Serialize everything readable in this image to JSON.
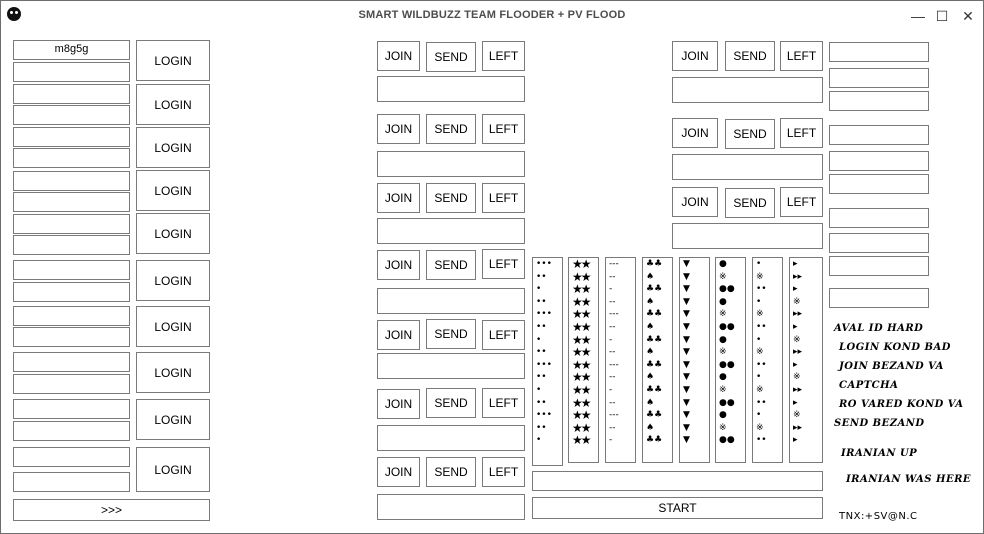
{
  "window": {
    "title": "SMART WILDBUZZ TEAM FLOODER + PV FLOOD",
    "minimize": "—",
    "maximize": "☐",
    "close": "✕"
  },
  "left_panel": {
    "first_username": "m8g5g",
    "login_label": "LOGIN",
    "more_label": ">>>"
  },
  "room_controls": {
    "join_label": "JOIN",
    "send_label": "SEND",
    "left_label": "LEFT"
  },
  "columns": {
    "col1": [
      "•••",
      "••",
      "•",
      "••",
      "•••",
      "••",
      "•",
      "••",
      "•••",
      "••",
      "•",
      "••",
      "•••",
      "••",
      "•"
    ],
    "col2": [
      "★★",
      "★★",
      "★★",
      "★★",
      "★★",
      "★★",
      "★★",
      "★★",
      "★★",
      "★★",
      "★★",
      "★★",
      "★★",
      "★★",
      "★★"
    ],
    "col3": [
      "---",
      "--",
      "-",
      "--",
      "---",
      "--",
      "-",
      "--",
      "---",
      "--",
      "-",
      "--",
      "---",
      "--",
      "-"
    ],
    "col4": [
      "♣♣",
      "♠",
      "♣♣",
      "♠",
      "♣♣",
      "♠",
      "♣♣",
      "♠",
      "♣♣",
      "♠",
      "♣♣",
      "♠",
      "♣♣",
      "♠",
      "♣♣"
    ],
    "col5": [
      "▼",
      "▼",
      "▼",
      "▼",
      "▼",
      "▼",
      "▼",
      "▼",
      "▼",
      "▼",
      "▼",
      "▼",
      "▼",
      "▼",
      "▼"
    ],
    "col6": [
      "●",
      "※",
      "●●",
      "●",
      "※",
      "●●",
      "●",
      "※",
      "●●",
      "●",
      "※",
      "●●",
      "●",
      "※",
      "●●"
    ],
    "col7": [
      "•",
      "※",
      "••",
      "•",
      "※",
      "••",
      "•",
      "※",
      "••",
      "•",
      "※",
      "••",
      "•",
      "※",
      "••"
    ],
    "col8": [
      "▸",
      "▸▸",
      "▸",
      "※",
      "▸▸",
      "▸",
      "※",
      "▸▸",
      "▸",
      "※",
      "▸▸",
      "▸",
      "※",
      "▸▸",
      "▸"
    ]
  },
  "start_label": "START",
  "notes": {
    "line1": "AVAL ID HARD",
    "line2": "LOGIN KOND BAD",
    "line3": "JOIN BEZAND  VA",
    "line4": "CAPTCHA",
    "line5": "RO VARED KOND VA",
    "line6": "SEND BEZAND",
    "line7": "IRANIAN UP",
    "line8": "IRANIAN WAS HERE",
    "line9": "TNX:+SV@N.C"
  }
}
